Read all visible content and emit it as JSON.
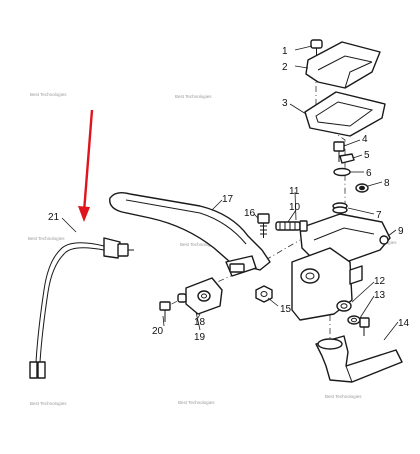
{
  "diagram": {
    "watermark_text": "Best Technologies",
    "arrow_color": "#e0141e",
    "callouts": [
      {
        "id": "c1",
        "label": "1"
      },
      {
        "id": "c2",
        "label": "2"
      },
      {
        "id": "c3",
        "label": "3"
      },
      {
        "id": "c4",
        "label": "4"
      },
      {
        "id": "c5",
        "label": "5"
      },
      {
        "id": "c6",
        "label": "6"
      },
      {
        "id": "c7",
        "label": "7"
      },
      {
        "id": "c8",
        "label": "8"
      },
      {
        "id": "c9",
        "label": "9"
      },
      {
        "id": "c10",
        "label": "10"
      },
      {
        "id": "c11",
        "label": "11"
      },
      {
        "id": "c12",
        "label": "12"
      },
      {
        "id": "c13",
        "label": "13"
      },
      {
        "id": "c14",
        "label": "14"
      },
      {
        "id": "c15",
        "label": "15"
      },
      {
        "id": "c16",
        "label": "16"
      },
      {
        "id": "c17",
        "label": "17"
      },
      {
        "id": "c18",
        "label": "18"
      },
      {
        "id": "c19",
        "label": "19"
      },
      {
        "id": "c20",
        "label": "20"
      },
      {
        "id": "c21",
        "label": "21"
      }
    ]
  }
}
